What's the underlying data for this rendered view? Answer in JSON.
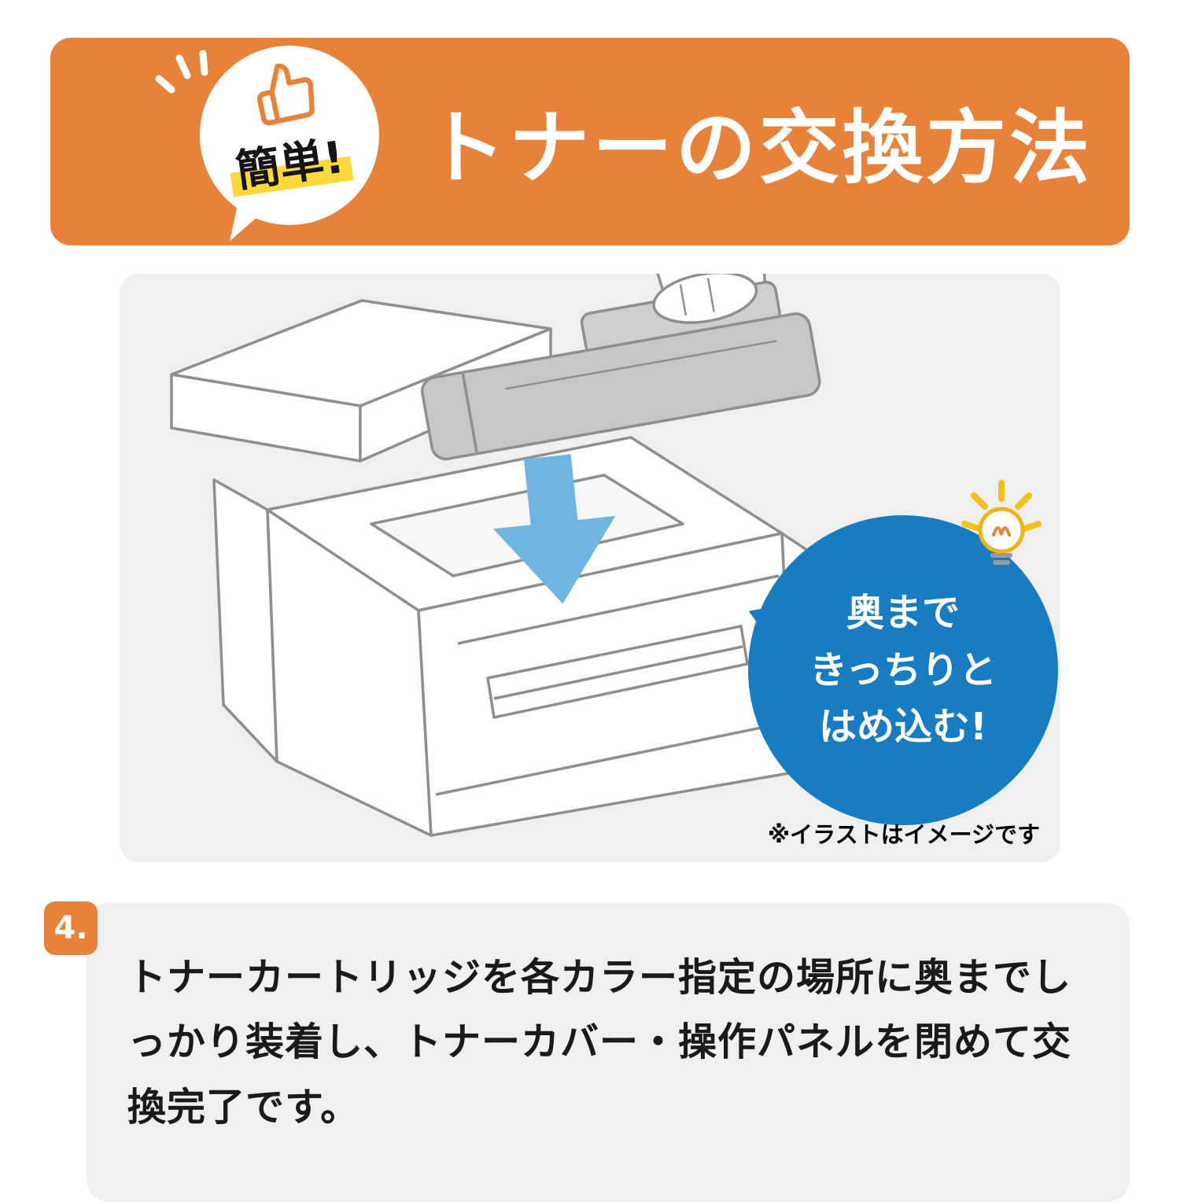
{
  "colors": {
    "accent_orange": "#e8813a",
    "bubble_blue": "#177cc2",
    "arrow_blue": "#6fb5e2",
    "highlight_yellow": "#ffd83d",
    "panel_gray": "#efefef",
    "line_art_gray": "#8f8f8f"
  },
  "header": {
    "title": "トナーの交換方法",
    "badge_label": "簡単!"
  },
  "icons": {
    "thumbs_up": "thumbs-up-icon",
    "emphasis_lines": "emphasis-lines-icon",
    "lightbulb": "lightbulb-icon",
    "down_arrow": "down-arrow-icon"
  },
  "illustration": {
    "tip_lines": [
      "奥まで",
      "きっちりと",
      "はめ込む!"
    ],
    "note": "※イラストはイメージです"
  },
  "step": {
    "number": "4.",
    "text": "トナーカートリッジを各カラー指定の場所に奥までしっかり装着し、トナーカバー・操作パネルを閉めて交換完了です。"
  }
}
